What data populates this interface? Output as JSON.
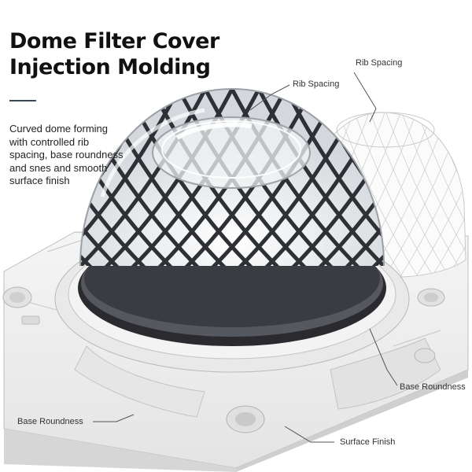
{
  "header": {
    "title_line1": "Dome Filter Cover",
    "title_line2": "Injection Molding",
    "description": "Curved dome forming with controlled rib spacing, base roundness and snes and smooth surface finish"
  },
  "callouts": {
    "rib_spacing_top": "Rib Spacing",
    "rib_spacing_mid": "Rib Spacing",
    "base_roundness_right": "Base Roundness",
    "base_roundness_left": "Base Roundness",
    "surface_finish": "Surface Finish"
  },
  "colors": {
    "title": "#111111",
    "accent_rule": "#3d4a5c",
    "rib_dark": "#2e3035",
    "mold_plate": "#eeeeee",
    "mold_edge": "#b8b8b8"
  }
}
